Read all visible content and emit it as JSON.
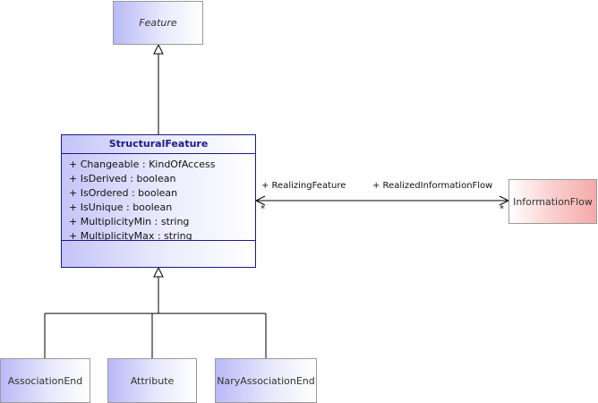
{
  "classes": {
    "feature": "Feature",
    "structural_feature": "StructuralFeature",
    "information_flow": "InformationFlow",
    "association_end": "AssociationEnd",
    "attribute": "Attribute",
    "nary_association_end": "NaryAssociationEnd"
  },
  "structural_feature_attributes": [
    "+ Changeable : KindOfAccess",
    "+ IsDerived : boolean",
    "+ IsOrdered : boolean",
    "+ IsUnique : boolean",
    "+ MultiplicityMin : string",
    "+ MultiplicityMax : string"
  ],
  "association": {
    "left_role": "+ RealizingFeature",
    "right_role": "+ RealizedInformationFlow",
    "left_multiplicity": "*",
    "right_multiplicity": "*"
  },
  "colors": {
    "class_fill": "#b9b9f7",
    "highlight_border": "#1a1a8c",
    "external_fill": "#f5a9a9"
  }
}
